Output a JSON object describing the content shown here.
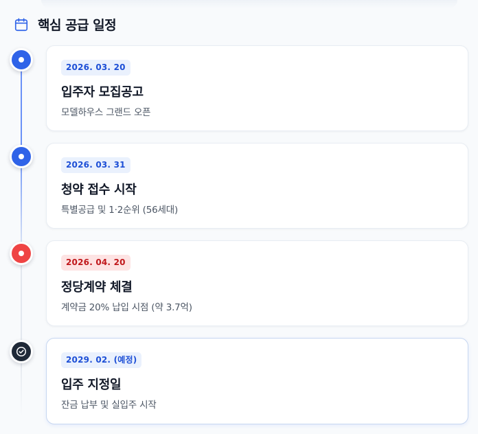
{
  "header": {
    "icon": "calendar-icon",
    "title": "핵심 공급 일정"
  },
  "colors": {
    "accent_blue": "#2f63e8",
    "accent_red": "#ef4444",
    "dark": "#1f2937"
  },
  "timeline": [
    {
      "date": "2026. 03. 20",
      "title": "입주자 모집공고",
      "subtitle": "모델하우스 그랜드 오픈",
      "status": "blue",
      "icon": "dot-icon"
    },
    {
      "date": "2026. 03. 31",
      "title": "청약 접수 시작",
      "subtitle": "특별공급 및 1·2순위 (56세대)",
      "status": "blue",
      "icon": "dot-icon"
    },
    {
      "date": "2026. 04. 20",
      "title": "정당계약 체결",
      "subtitle": "계약금 20% 납입 시점 (약 3.7억)",
      "status": "red",
      "icon": "dot-icon"
    },
    {
      "date": "2029. 02. (예정)",
      "title": "입주 지정일",
      "subtitle": "잔금 납부 및 실입주 시작",
      "status": "dark",
      "icon": "check-circle-icon"
    }
  ]
}
